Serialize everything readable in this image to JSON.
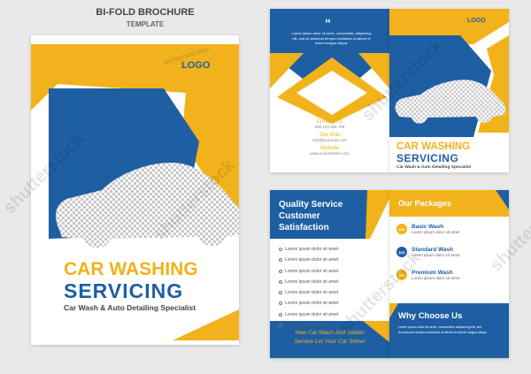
{
  "header": {
    "title": "BI-FOLD BROCHURE",
    "subtitle": "TEMPLATE"
  },
  "colors": {
    "brand_blue": "#1e5fa3",
    "brand_orange": "#f2b21c",
    "background": "#e9e9ea"
  },
  "cover": {
    "logo": "LOGO",
    "headline_1": "CAR WASHING",
    "headline_2": "SERVICING",
    "tagline": "Car Wash & Auto Detailing Specialist",
    "watermark": "Md Mehedi Islam"
  },
  "inside_left": {
    "quote_mark": "“",
    "intro_lines": [
      "Lorem ipsum dolor sit amet, consectetur adipiscing",
      "elit, sed do eiusmod tempor incididunt ut labore et",
      "dolore magna aliqua."
    ],
    "contact_label": "Contact Us",
    "contact_value": "000 123 456 789",
    "mail_label": "Our Mail",
    "mail_value": "info@yourmail.com",
    "website_label": "Website",
    "website_value": "www.yourwebsite.com"
  },
  "inside_right": {
    "logo": "LOGO",
    "headline_1": "CAR WASHING",
    "headline_2": "SERVICING",
    "tagline": "Car Wash & Auto Detailing Specialist"
  },
  "back_left": {
    "banner_lines": [
      "Quality Service",
      "Customer",
      "Satisfaction"
    ],
    "bullets": [
      "Lorem ipsum dolor sit amet",
      "Lorem ipsum dolor sit amet",
      "Lorem ipsum dolor sit amet",
      "Lorem ipsum dolor sit amet",
      "Lorem ipsum dolor sit amet",
      "Lorem ipsum dolor sit amet",
      "Lorem ipsum dolor sit amet",
      "Lorem ipsum dolor sit amet"
    ],
    "footer_line_1": "New Car Wash And Valetin",
    "footer_line_2": "Service Let Your Car Shine!"
  },
  "back_right": {
    "packages_title": "Our Packages",
    "packages": [
      {
        "price": "$10",
        "name": "Basic Wash",
        "desc": "Lorem ipsum dolor sit amet"
      },
      {
        "price": "$15",
        "name": "Standard Wash",
        "desc": "Lorem ipsum dolor sit amet"
      },
      {
        "price": "$20",
        "name": "Premium Wash",
        "desc": "Lorem ipsum dolor sit amet"
      }
    ],
    "why_title": "Why Choose Us",
    "why_lines": [
      "Lorem ipsum dolor sit amet, consectetur adipiscing elit, sed",
      "do eiusmod tempor incididunt ut labore et dolore magna aliqua."
    ]
  },
  "watermarks": [
    "shutterstock",
    "shutterstock",
    "shutterstock",
    "shutterstock",
    "shutterstock"
  ]
}
